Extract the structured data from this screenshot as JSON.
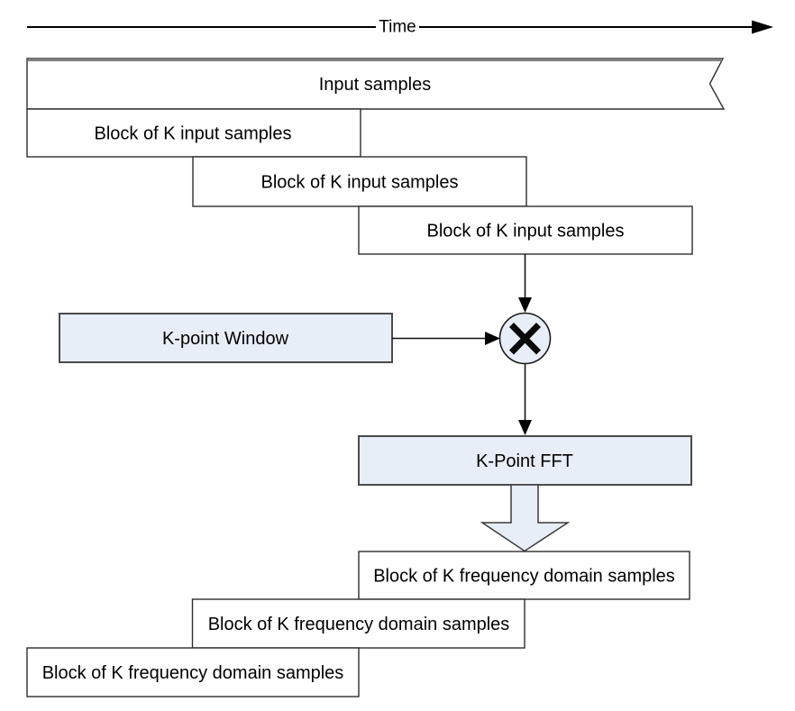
{
  "diagram": {
    "time_axis": {
      "label": "Time"
    },
    "input_stream": {
      "label": "Input samples"
    },
    "input_blocks": [
      {
        "label": "Block of K input samples"
      },
      {
        "label": "Block of K input samples"
      },
      {
        "label": "Block of K input samples"
      }
    ],
    "window_box": {
      "label": "K-point Window"
    },
    "multiply_node": {
      "symbol": "×"
    },
    "fft_box": {
      "label": "K-Point FFT"
    },
    "output_blocks": [
      {
        "label": "Block of K frequency domain samples"
      },
      {
        "label": "Block of K frequency domain samples"
      },
      {
        "label": "Block of K frequency domain samples"
      }
    ],
    "colors": {
      "process_fill": "#e8eef8",
      "plain_fill": "#ffffff",
      "line": "#000000",
      "shadow": "#808080"
    }
  }
}
